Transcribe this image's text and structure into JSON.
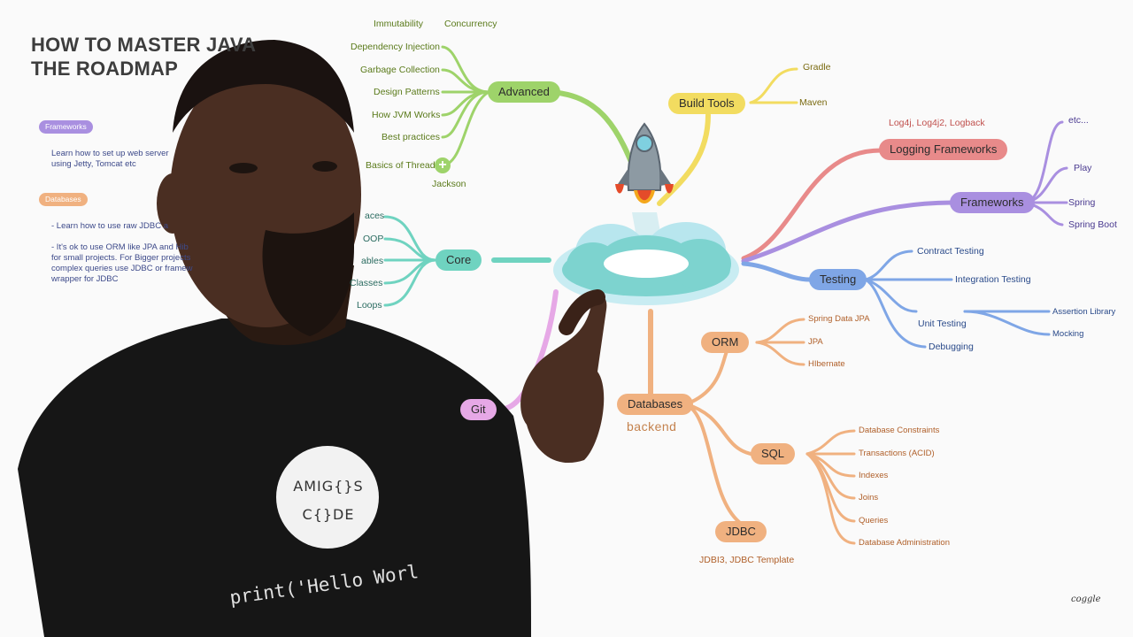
{
  "title": {
    "line1": "HOW TO MASTER JAVA",
    "line2": "THE ROADMAP"
  },
  "notes": {
    "frameworks_tag": "Frameworks",
    "frameworks_text": [
      "Learn how to set up web server",
      "using Jetty, Tomcat etc"
    ],
    "databases_tag": "Databases",
    "databases_text": [
      "- Learn how to use raw JDBC a",
      "",
      "- It's ok to use ORM like JPA and Hib",
      "for small projects. For Bigger projects",
      "complex queries use JDBC or framew",
      "wrapper for JDBC"
    ]
  },
  "advanced": {
    "label": "Advanced",
    "top_items": [
      "Immutability",
      "Concurrency"
    ],
    "items": [
      "Dependency Injection",
      "Garbage Collection",
      "Design Patterns",
      "How JVM Works",
      "Best practices",
      "Basics of Thread"
    ],
    "extra": "Jackson"
  },
  "core": {
    "label": "Core",
    "items": [
      "aces",
      "OOP",
      "ables",
      "Classes",
      "Loops"
    ]
  },
  "git": {
    "label": "Git"
  },
  "build_tools": {
    "label": "Build Tools",
    "items": [
      "Gradle",
      "Maven"
    ]
  },
  "logging": {
    "label": "Logging Frameworks",
    "note": "Log4j, Log4j2, Logback"
  },
  "frameworks": {
    "label": "Frameworks",
    "items": [
      "etc...",
      "Play",
      "Spring",
      "Spring Boot"
    ]
  },
  "testing": {
    "label": "Testing",
    "items": [
      "Contract Testing",
      "Integration Testing",
      "Unit Testing",
      "Debugging",
      "Assertion Library",
      "Mocking"
    ]
  },
  "orm": {
    "label": "ORM",
    "items": [
      "Spring Data JPA",
      "JPA",
      "HIbernate"
    ]
  },
  "databases": {
    "label": "Databases",
    "sub": "backend"
  },
  "sql": {
    "label": "SQL",
    "items": [
      "Database Constraints",
      "Transactions (ACID)",
      "Indexes",
      "Joins",
      "Queries",
      "Database Administration"
    ]
  },
  "jdbc": {
    "label": "JDBC",
    "note": "JDBI3, JDBC Template"
  },
  "shirt": {
    "brand_line1": "AMIG{}S",
    "brand_line2": "C{}DE",
    "print_text": "print('Hello Worl"
  },
  "watermark": "coggle",
  "colors": {
    "advanced": "#9ed36a",
    "core": "#6fd3c0",
    "build": "#f2dc60",
    "logging": "#e88a8a",
    "frameworks": "#a98fe0",
    "testing": "#7fa6e6",
    "databases": "#f0b180",
    "git": "#e6a8e6"
  }
}
